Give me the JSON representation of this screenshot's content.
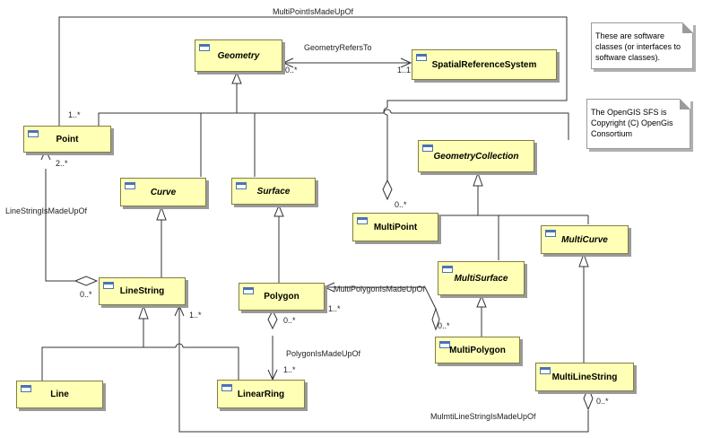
{
  "classes": {
    "geometry": "Geometry",
    "spatial_reference_system": "SpatialReferenceSystem",
    "point": "Point",
    "curve": "Curve",
    "surface": "Surface",
    "geometry_collection": "GeometryCollection",
    "multipoint": "MultiPoint",
    "multicurve": "MultiCurve",
    "multisurface": "MultiSurface",
    "linestring": "LineString",
    "polygon": "Polygon",
    "multipolygon": "MultiPolygon",
    "line": "Line",
    "linearring": "LinearRing",
    "multilinestring": "MultiLineString"
  },
  "associations": {
    "multipoint_made_up_of": "MultiPointIsMadeUpOf",
    "geometry_refers_to": "GeometryRefersTo",
    "linestring_made_up_of": "LineStringIsMadeUpOf",
    "multipolygon_made_up_of": "MultiPolygonIsMadeUpOf",
    "polygon_made_up_of": "PolygonIsMadeUpOf",
    "multilinestring_made_up_of": "MulmtiLineStringIsMadeUpOf"
  },
  "multiplicities": {
    "geom_srs_near": "0..*",
    "geom_srs_far": "1..1",
    "point_multipoint": "1..*",
    "multipoint_end": "0..*",
    "point_linestring": "2..*",
    "linestring_end": "0..*",
    "polygon_ring": "0..*",
    "ring_end": "1..*",
    "polygon_multipolygon": "1..*",
    "multipolygon_end": "0..*",
    "linestring_multi": "1..*",
    "multilinestring_end": "0..*"
  },
  "notes": {
    "software_classes": "These are software classes (or interfaces to software classes).",
    "copyright": "The OpenGIS SFS is Copyright (C) OpenGis Consortium"
  }
}
